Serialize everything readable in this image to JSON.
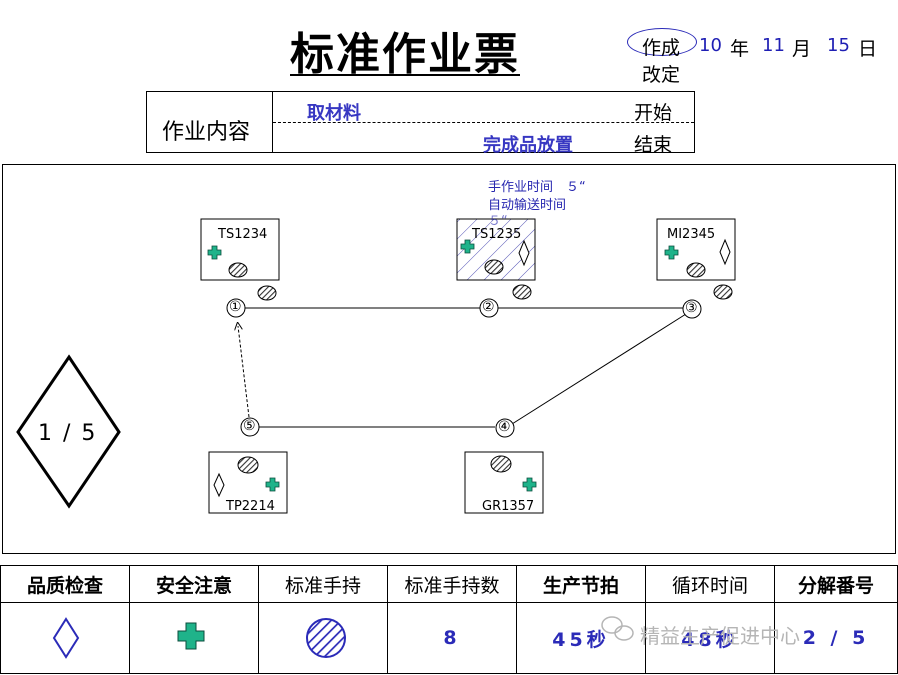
{
  "title": "标准作业票",
  "header": {
    "made_label": "作成",
    "revised_label": "改定",
    "date": {
      "year": "10",
      "year_unit": "年",
      "month": "11",
      "month_unit": "月",
      "day": "15",
      "day_unit": "日"
    }
  },
  "content": {
    "label": "作业内容",
    "start_task": "取材料",
    "start_label": "开始",
    "end_task": "完成品放置",
    "end_label": "结束"
  },
  "diagram": {
    "notes": [
      "手作业时间　５“",
      "自动输送时间",
      "５“"
    ],
    "machines": [
      {
        "id": "TS1234"
      },
      {
        "id": "TS1235"
      },
      {
        "id": "MI2345"
      },
      {
        "id": "TP2214"
      },
      {
        "id": "GR1357"
      }
    ],
    "steps": [
      "①",
      "②",
      "③",
      "④",
      "⑤"
    ],
    "page_marker": "1 / 5"
  },
  "legend": {
    "headers": [
      "品质检查",
      "安全注意",
      "标准手持",
      "标准手持数",
      "生产节拍",
      "循环时间",
      "分解番号"
    ],
    "values": {
      "std_wip_count": "8",
      "takt_time": "45秒",
      "cycle_time": "48秒",
      "breakdown_no": "2 / 5"
    }
  },
  "watermark": "精益生产促进中心",
  "colors": {
    "accent_blue": "#1f1fb4",
    "cross_green": "#1fb38a",
    "hatch_blue": "#2b2bb8"
  }
}
